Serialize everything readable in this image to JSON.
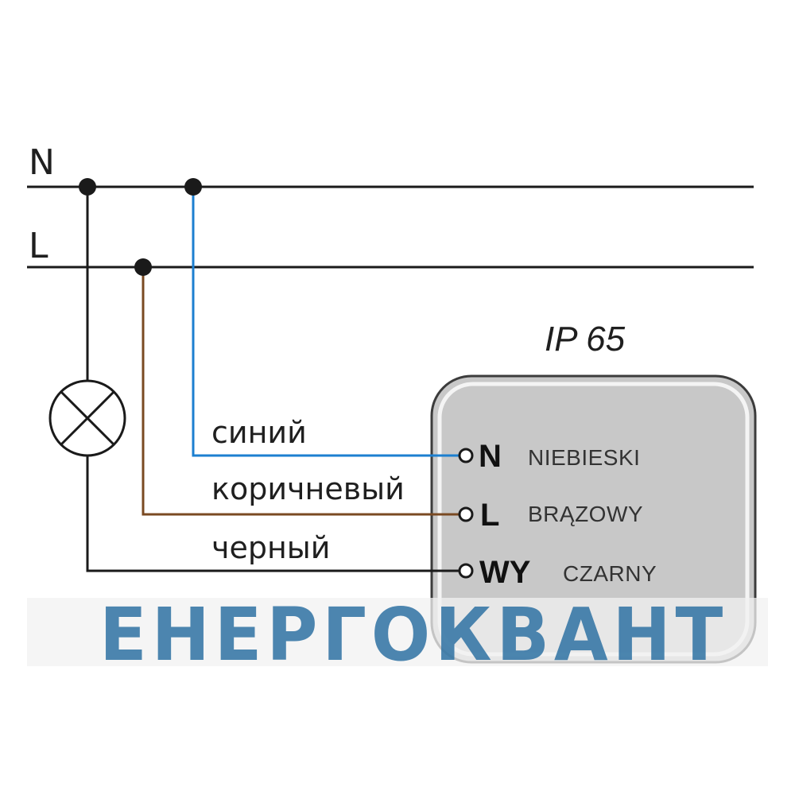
{
  "bus": {
    "neutral_label": "N",
    "line_label": "L"
  },
  "wires": {
    "blue_label": "синий",
    "brown_label": "коричневый",
    "black_label": "черный"
  },
  "module": {
    "rating": "IP 65",
    "terminals": [
      {
        "label": "N",
        "desc": "NIEBIESKI"
      },
      {
        "label": "L",
        "desc": "BRĄZOWY"
      },
      {
        "label": "WY",
        "desc": "CZARNY"
      }
    ]
  },
  "watermark": {
    "text": "ЕНЕРГОКВАНТ"
  },
  "colors": {
    "line": "#1a1a1a",
    "blue_wire": "#1c7fd0",
    "brown_wire": "#7a4a22",
    "black_wire": "#1a1a1a",
    "module_fill": "#c8c8c8",
    "module_border": "#3c3c3c",
    "watermark_band": "#f1f1f1",
    "watermark_text": "#2f72a3"
  }
}
